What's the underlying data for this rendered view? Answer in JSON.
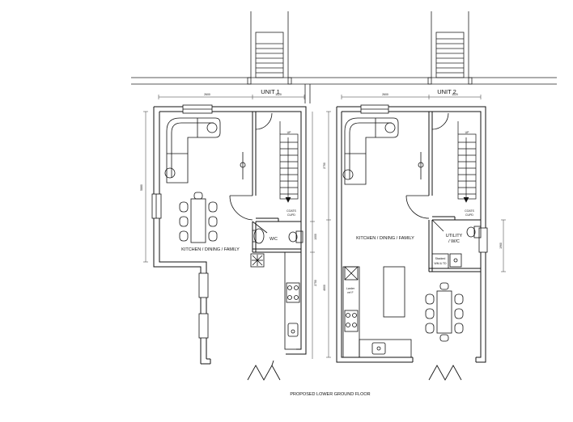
{
  "drawing": {
    "title": "PROPOSED LOWER GROUND FLOOR"
  },
  "unit1": {
    "name": "UNIT 1",
    "room_label": "KITCHEN / DINING / FAMILY",
    "wc_label": "W/C",
    "up_label": "UP",
    "coats_label_1": "COATS",
    "coats_label_2": "CUPD",
    "dim_top_left": "2600",
    "dim_top_right": "1020",
    "dim_left": "5880",
    "dim_right_a": "2750",
    "dim_right_b": "1000"
  },
  "unit2": {
    "name": "UNIT 2",
    "room_label": "KITCHEN / DINING / FAMILY",
    "utility_label_1": "UTILITY",
    "utility_label_2": "/ W/C",
    "up_label": "UP",
    "coats_label_1": "COATS",
    "coats_label_2": "CUPD",
    "larder_label_1": "Larder",
    "larder_label_2": "ref F",
    "stacked_label_1": "Stacked",
    "stacked_label_2": "WM & TD",
    "dim_top_left": "2600",
    "dim_top_right": "1020",
    "dim_left_a": "2750",
    "dim_left_b": "4600",
    "dim_right": "1960"
  }
}
